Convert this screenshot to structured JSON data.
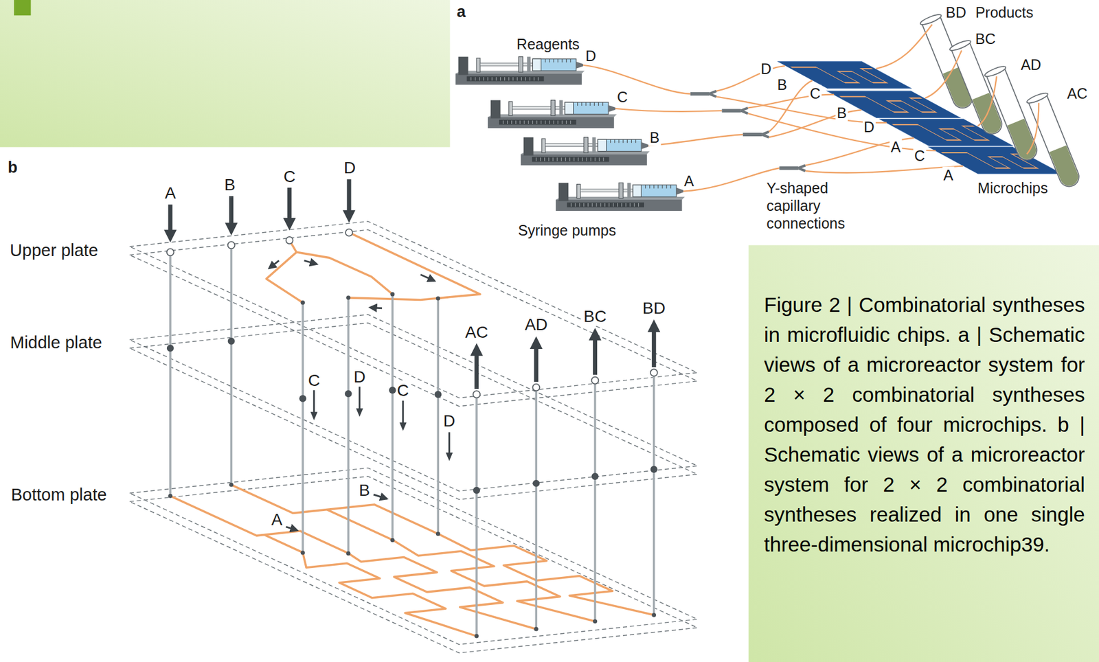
{
  "diagram": {
    "caption": "Figure 2 | Combinatorial syntheses in microfluidic chips. a | Schematic views of a microreactor system for 2 × 2 combinatorial syntheses composed of four microchips. b | Schematic views of a microreactor system for 2 × 2 combinatorial syntheses realized in one single three-dimensional microchip39.",
    "labels": [
      "a",
      "Reagents",
      "D",
      "C",
      "B",
      "A",
      "Syringe pumps",
      "Y-shaped capillary connections",
      "D",
      "B",
      "C",
      "B",
      "D",
      "A",
      "C",
      "A",
      "Microchips",
      "Products",
      "BD",
      "BC",
      "AD",
      "AC",
      "b",
      "A",
      "B",
      "C",
      "D",
      "Upper plate",
      "Middle plate",
      "Bottom plate",
      "C",
      "D",
      "C",
      "D",
      "A",
      "B",
      "AC",
      "AD",
      "BC",
      "BD"
    ]
  }
}
